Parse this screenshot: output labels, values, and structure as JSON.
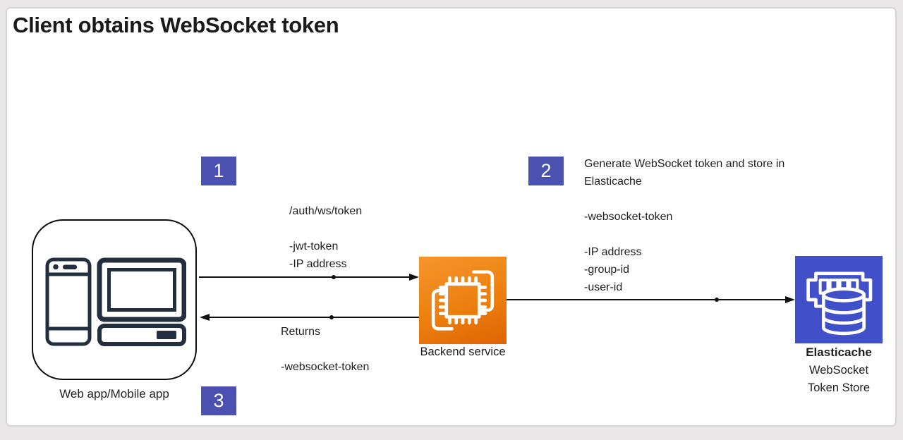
{
  "title": "Client obtains WebSocket token",
  "nodes": {
    "client": {
      "label": "Web app/Mobile app"
    },
    "backend": {
      "label": "Backend service"
    },
    "elasticache": {
      "title": "Elasticache",
      "line2": "WebSocket",
      "line3": "Token Store"
    }
  },
  "badges": {
    "step1": "1",
    "step2": "2",
    "step3": "3"
  },
  "annotations": {
    "step2_note": "Generate WebSocket token and store in Elasticache",
    "request_path": "/auth/ws/token",
    "request_param_jwt": "-jwt-token",
    "request_param_ip": "-IP address",
    "returns_label": "Returns",
    "returns_param_token": "-websocket-token",
    "store_param_token": "-websocket-token",
    "store_param_ip": "-IP address",
    "store_param_group": "-group-id",
    "store_param_user": "-user-id"
  },
  "colors": {
    "badge_bg": "#4a51b0",
    "elasticache_bg": "#4150c8",
    "backend_orange_light": "#f5952d",
    "backend_orange_dark": "#de6404",
    "device_icon_stroke": "#232f3e",
    "arrow": "#111111"
  }
}
